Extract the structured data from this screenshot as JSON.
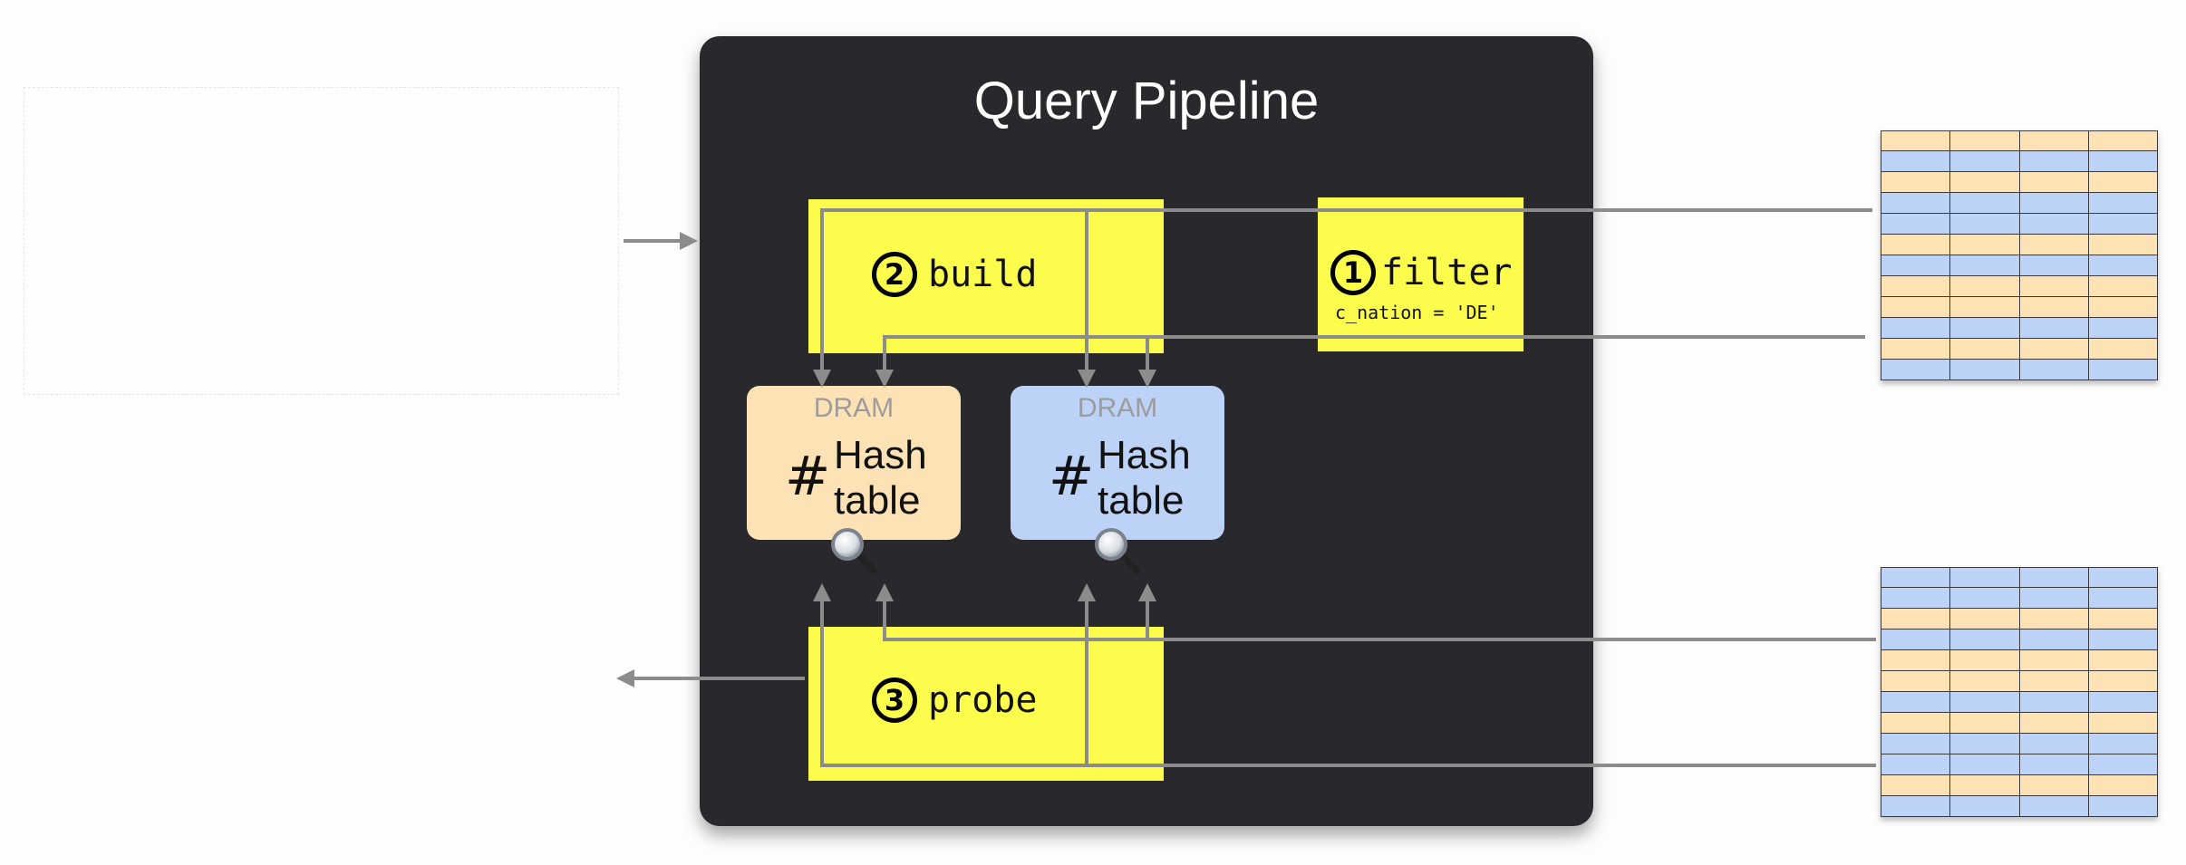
{
  "title": "Query Pipeline",
  "operators": {
    "build": {
      "step": "2",
      "label": "build"
    },
    "filter": {
      "step": "1",
      "label": "filter",
      "predicate": "c_nation = 'DE'"
    },
    "probe": {
      "step": "3",
      "label": "probe"
    }
  },
  "hash_tables": [
    {
      "memory": "DRAM",
      "symbol": "#",
      "line1": "Hash",
      "line2": "table",
      "color": "#fde2b5"
    },
    {
      "memory": "DRAM",
      "symbol": "#",
      "line1": "Hash",
      "line2": "table",
      "color": "#bdd2f7"
    }
  ],
  "colors": {
    "panel": "#29292d",
    "operator": "#fcfc4c",
    "arrow": "#8c8c8c",
    "orange": "#fde2b5",
    "blue": "#bdd2f7"
  },
  "tables": [
    {
      "pattern": [
        "o",
        "b",
        "o",
        "b",
        "b",
        "o",
        "b",
        "o",
        "o",
        "b",
        "o",
        "b"
      ]
    },
    {
      "pattern": [
        "b",
        "b",
        "o",
        "b",
        "o",
        "o",
        "b",
        "o",
        "b",
        "b",
        "o",
        "b"
      ]
    }
  ]
}
